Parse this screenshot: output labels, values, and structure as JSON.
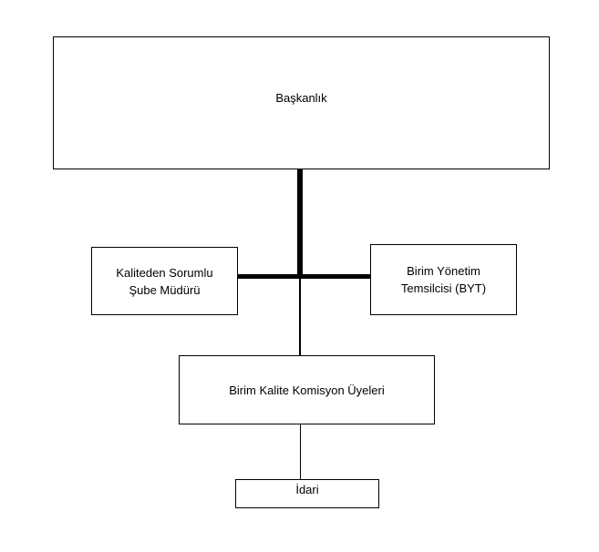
{
  "org_chart": {
    "top": {
      "label": "Başkanlık"
    },
    "left": {
      "line1": "Kaliteden Sorumlu",
      "line2": "Şube Müdürü"
    },
    "right": {
      "line1": "Birim Yönetim",
      "line2": "Temsilcisi (BYT)"
    },
    "middle": {
      "label": "Birim Kalite Komisyon Üyeleri"
    },
    "bottom": {
      "label": "İdari"
    }
  }
}
